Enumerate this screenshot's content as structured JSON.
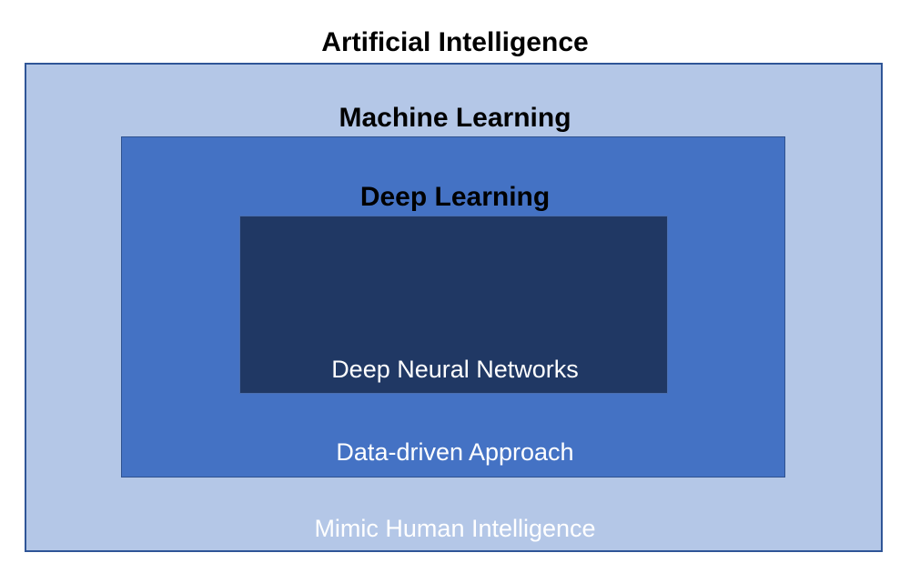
{
  "diagram": {
    "colors": {
      "outer_fill": "#b4c7e7",
      "middle_fill": "#4472c4",
      "inner_fill": "#203864",
      "title_color": "#000000",
      "inner_caption_color": "#ffffff",
      "outer_caption_color": "#ffffff"
    },
    "artificial_intelligence": {
      "title": "Artificial Intelligence",
      "caption": "Mimic Human Intelligence"
    },
    "machine_learning": {
      "title": "Machine Learning",
      "caption": "Data-driven Approach"
    },
    "deep_learning": {
      "title": "Deep Learning",
      "caption": "Deep Neural Networks"
    }
  }
}
